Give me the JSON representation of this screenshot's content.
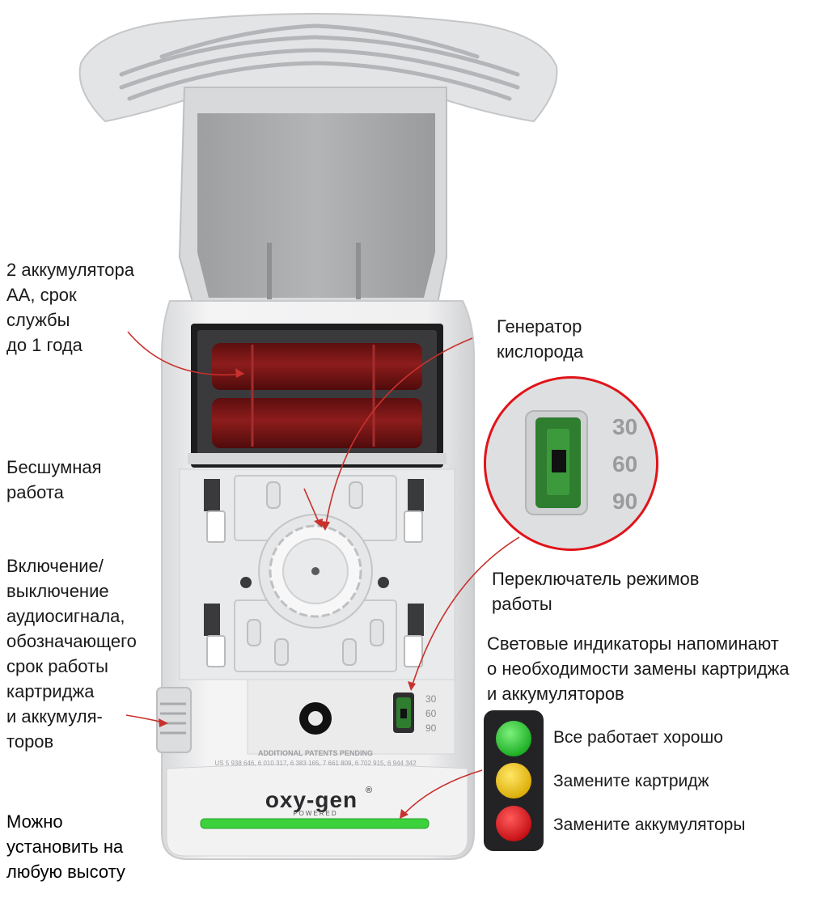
{
  "callouts": {
    "batteries": "2  аккумулятора\nАА, срок\nслужбы\nдо 1 года",
    "generator": "Генератор\nкислорода",
    "silent": "Бесшумная\nработа",
    "audio": "Включение/\nвыключение\nаудиосигнала,\nобозначающего\nсрок работы\nкартриджа\nи аккумуля-\nторов",
    "mode_switch": "Переключатель режимов\nработы",
    "indicators": "Световые индикаторы напоминают\nо необходимости замены картриджа\nи аккумуляторов",
    "mounting": "Можно\nустановить на\nлюбую высоту"
  },
  "switch_settings": [
    "30",
    "60",
    "90"
  ],
  "traffic_light": [
    {
      "color": "#22c32a",
      "text": "Все работает хорошо"
    },
    {
      "color": "#f2c40c",
      "text": "Замените картридж"
    },
    {
      "color": "#e0141a",
      "text": "Замените аккумуляторы"
    }
  ],
  "device": {
    "brand": "oxy-gen",
    "brand_sub": "POWERED",
    "brand_mark": "®",
    "patent_title": "ADDITIONAL PATENTS PENDING",
    "patent_numbers": "US 5 938 646, 6 010 317, 6 383 165, 7 661 809, 6 702 915, 6 944 342"
  },
  "colors": {
    "annotation_arrow": "#c8312d",
    "battery": "#7a1616",
    "status_led": "#3cd23c",
    "switch_green": "#2f7d2f"
  }
}
